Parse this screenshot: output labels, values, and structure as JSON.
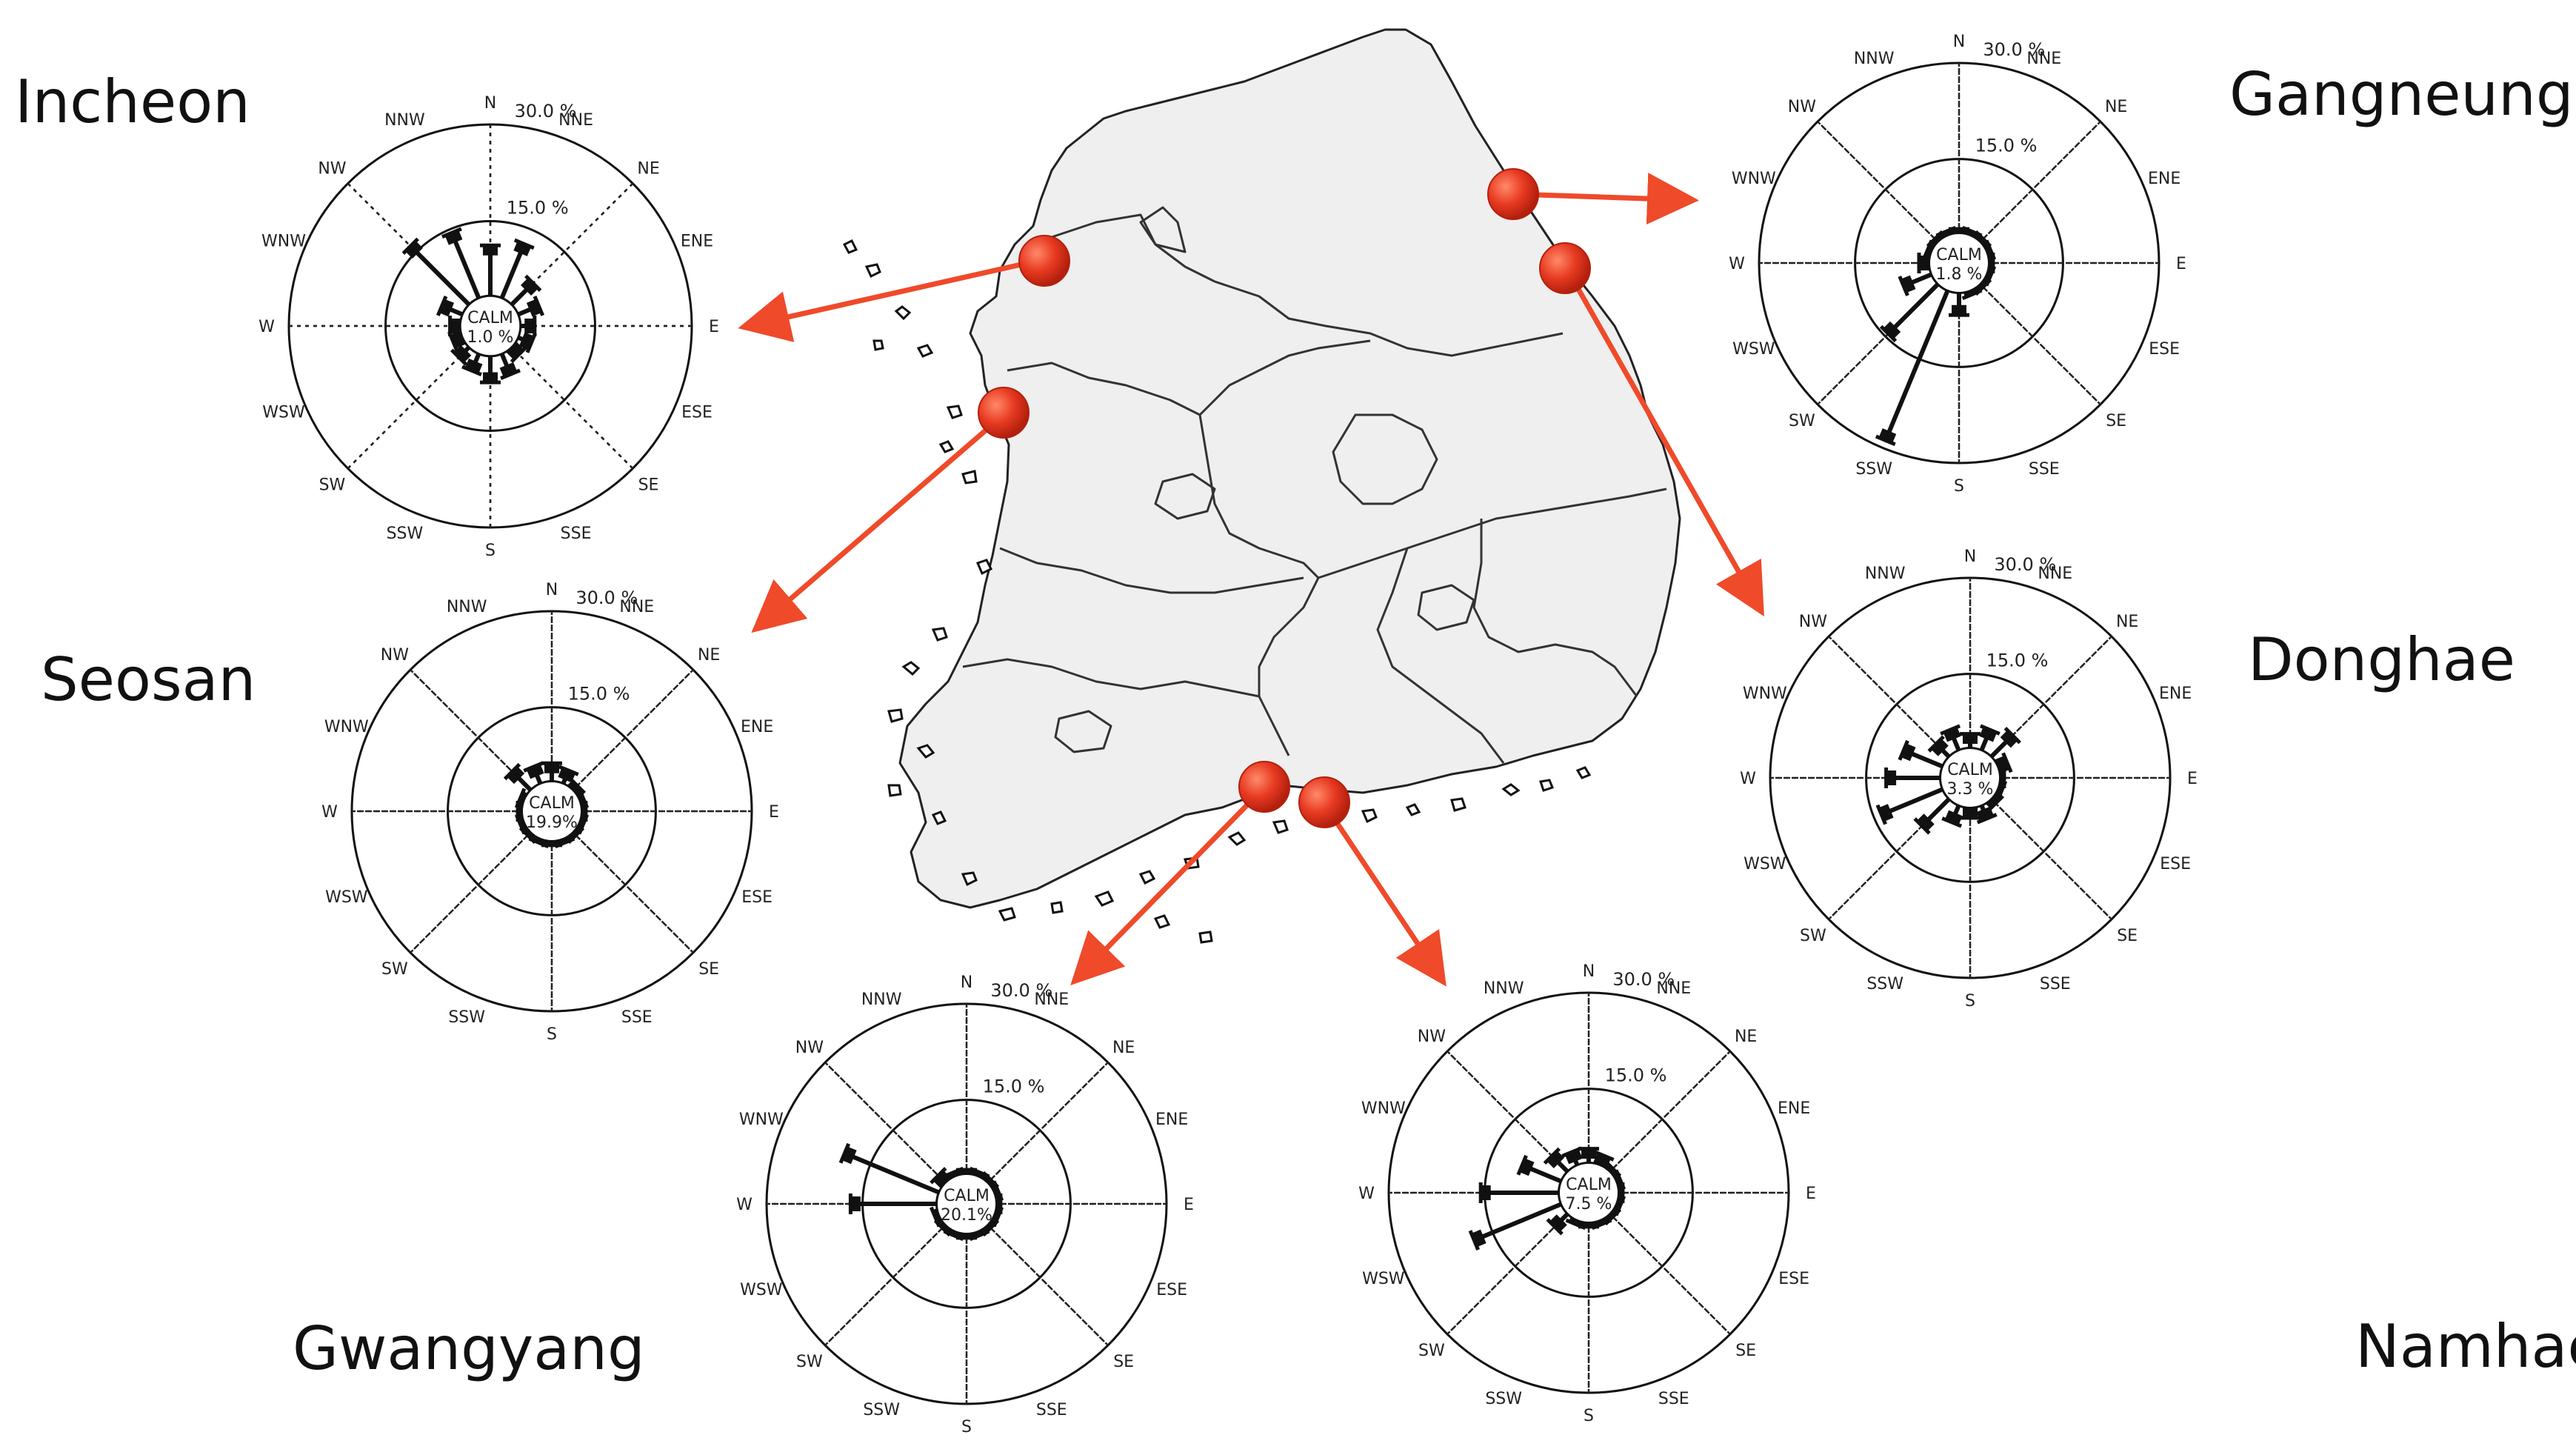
{
  "cities": [
    {
      "id": "incheon",
      "name": "Incheon",
      "calm": "1.0 %"
    },
    {
      "id": "seosan",
      "name": "Seosan",
      "calm": "19.9%"
    },
    {
      "id": "gwangyang",
      "name": "Gwangyang",
      "calm": "20.1%"
    },
    {
      "id": "gangneung",
      "name": "Gangneung",
      "calm": "1.8 %"
    },
    {
      "id": "donghae",
      "name": "Donghae",
      "calm": "3.3 %"
    },
    {
      "id": "namhae",
      "name": "Namhae",
      "calm": "7.5 %"
    }
  ],
  "rose": {
    "calm_label": "CALM",
    "outer_ring_label": "30.0 %",
    "inner_ring_label": "15.0 %",
    "directions": [
      "N",
      "NNE",
      "NE",
      "ENE",
      "E",
      "ESE",
      "SE",
      "SSE",
      "S",
      "SSW",
      "SW",
      "WSW",
      "W",
      "WNW",
      "NW",
      "NNW"
    ]
  },
  "colors": {
    "marker": "#e83a22",
    "arrow": "#ef4a2a",
    "land": "#efefef",
    "border": "#333333",
    "coast": "#111111"
  }
}
